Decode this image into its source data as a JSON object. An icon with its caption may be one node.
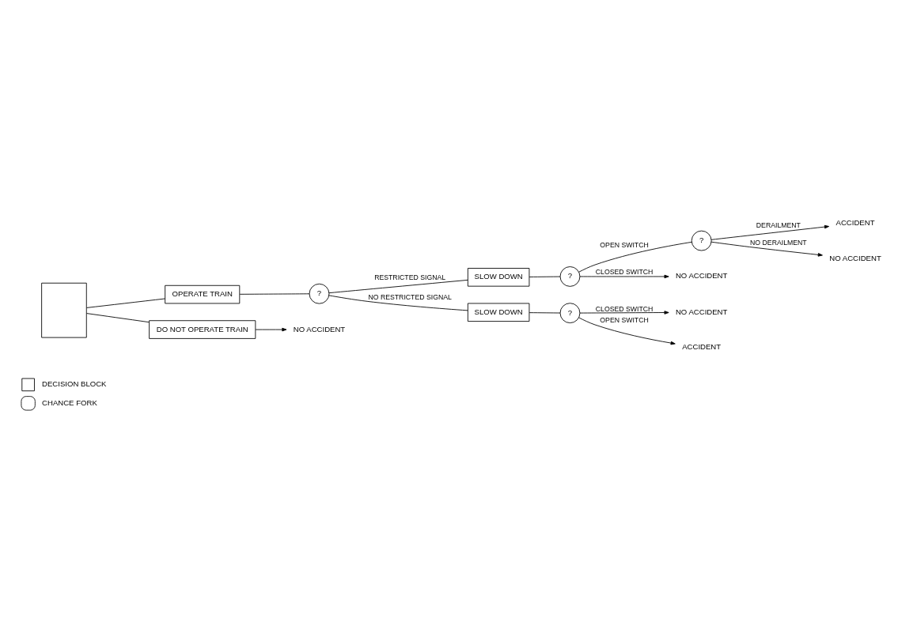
{
  "diagram": {
    "nodes": [
      {
        "text": [],
        "shape": "box"
      },
      {
        "text": [
          "OPERATE TRAIN"
        ]
      },
      {
        "text": [
          "DO NOT OPERATE TRAIN"
        ]
      },
      {
        "text": [
          "?"
        ]
      },
      {
        "text": [
          "SLOW DOWN"
        ]
      },
      {
        "text": [
          "SLOW DOWN"
        ]
      },
      {
        "text": [
          "?"
        ]
      },
      {
        "text": [
          "?"
        ]
      },
      {
        "text": [
          "ACCIDENT"
        ]
      },
      {
        "text": [
          "NO ACCIDENT"
        ]
      },
      {
        "text": [
          "NO ACCIDENT"
        ]
      },
      {
        "text": [
          "?"
        ]
      },
      {
        "text": [
          "NO ACCIDENT"
        ]
      },
      {
        "text": [
          "ACCIDENT"
        ]
      },
      {
        "text": [
          "NO ACCIDENT"
        ]
      }
    ],
    "edges": [
      {
        "from": 0,
        "to": 1,
        "arrow": "none"
      },
      {
        "from": 0,
        "to": 2,
        "arrow": "none"
      },
      {
        "from": 1,
        "to": 3,
        "arrow": "none"
      },
      {
        "from": 3,
        "to": 4,
        "label": "RESTRICTED SIGNAL",
        "arrow": "none"
      },
      {
        "from": 3,
        "to": 5,
        "label": "NO RESTRICTED SIGNAL",
        "arrow": "none"
      },
      {
        "from": 4,
        "to": 6,
        "arrow": "none"
      },
      {
        "from": 6,
        "to": 7,
        "label": "OPEN SWITCH",
        "arrow": "none"
      },
      {
        "from": 6,
        "to": 10,
        "label": "CLOSED SWITCH",
        "arrow": "to"
      },
      {
        "from": 7,
        "to": 8,
        "label": "DERAILMENT",
        "arrow": "to"
      },
      {
        "from": 7,
        "to": 9,
        "label": "NO DERAILMENT",
        "arrow": "to"
      },
      {
        "from": 5,
        "to": 11,
        "arrow": "none"
      },
      {
        "from": 11,
        "to": 12,
        "label": "CLOSED SWITCH",
        "arrow": "to"
      },
      {
        "from": 11,
        "to": 13,
        "label": "OPEN SWITCH",
        "arrow": "to"
      },
      {
        "from": 2,
        "to": 14,
        "arrow": "to"
      }
    ],
    "legend": [
      {
        "text": "DECISION BLOCK"
      },
      {
        "text": "CHANCE FORK"
      }
    ]
  }
}
